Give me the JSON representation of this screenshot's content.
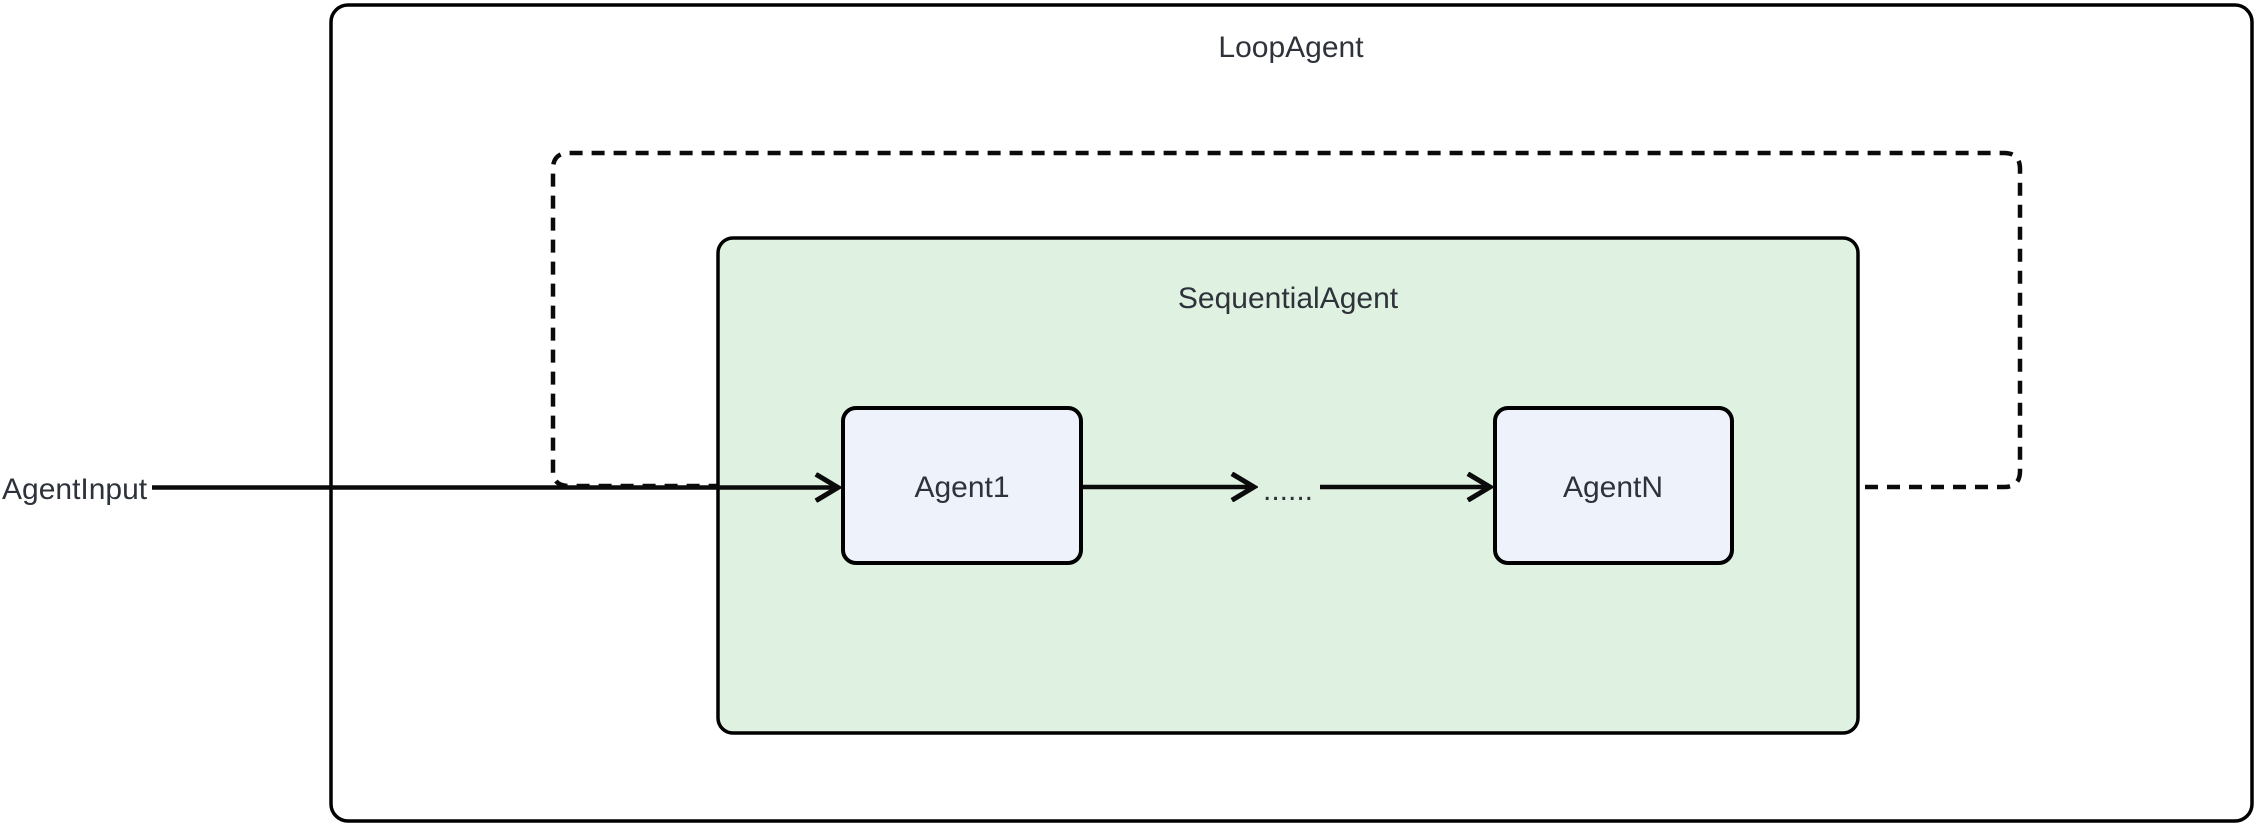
{
  "diagram": {
    "type": "flowchart",
    "loop_container": {
      "label": "LoopAgent"
    },
    "sequential_container": {
      "label": "SequentialAgent"
    },
    "nodes": [
      {
        "id": "agent1",
        "label": "Agent1"
      },
      {
        "id": "agentn",
        "label": "AgentN"
      }
    ],
    "external_input": {
      "label": "AgentInput"
    },
    "ellipsis": {
      "label": "......"
    },
    "edges": [
      {
        "from": "AgentInput",
        "to": "Agent1",
        "style": "solid",
        "arrowhead": true
      },
      {
        "from": "Agent1",
        "to": "......",
        "style": "solid",
        "arrowhead": true
      },
      {
        "from": "......",
        "to": "AgentN",
        "style": "solid",
        "arrowhead": true
      },
      {
        "from": "AgentN",
        "to": "Agent1",
        "style": "dashed",
        "arrowhead": false,
        "meaning": "loop back"
      }
    ],
    "colors": {
      "background": "#ffffff",
      "container_fill": "#ffffff",
      "container_border": "#000000",
      "sequential_fill": "#dff2e2",
      "node_fill": "#eef2fb",
      "node_border": "#000000",
      "edge": "#0b0b0b",
      "text": "#2e333b"
    }
  }
}
